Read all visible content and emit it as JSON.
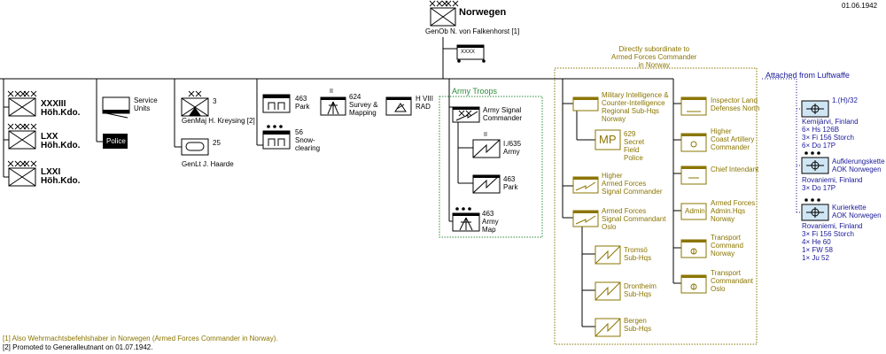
{
  "date": "01.06.1942",
  "top": {
    "name": "Norwegen",
    "commander": "GenOb  N. von Falkenhorst [1]",
    "hq_symbol": "XXXX"
  },
  "corps": [
    {
      "name": "XXXIII",
      "sub": "Höh.Kdo."
    },
    {
      "name": "LXX",
      "sub": "Höh.Kdo."
    },
    {
      "name": "LXXI",
      "sub": "Höh.Kdo."
    }
  ],
  "service": {
    "label": "Service\nUnits",
    "police": "Police"
  },
  "div3": {
    "number": "3",
    "commander": "GenMaj  H. Kreysing [2]"
  },
  "div25": {
    "number": "25",
    "commander": "GenLt  J. Haarde"
  },
  "park463": {
    "label": "463\nPark"
  },
  "snow56": {
    "label": "56\nSnow-\nclearing"
  },
  "survey624": {
    "label": "624\nSurvey &\nMapping",
    "size": "II"
  },
  "rad": {
    "label": "H VIII\nRAD"
  },
  "army_troops": {
    "title": "Army Troops",
    "signal_commander": "Army Signal\nCommander",
    "signal_635": "I./635\nArmy",
    "signal_463": "463\nPark",
    "map_463": "463\nArmy\nMap",
    "size_II": "II"
  },
  "afc": {
    "title": "Directly subordinate to\nArmed Forces Commander\nin Norway",
    "intel": "Military Intelligence &\nCounter-Intelligence\nRegional Sub-Hqs\nNorway",
    "mp_symbol": "MP",
    "mp_label": "629\nSecret\nField\nPolice",
    "higher_signal": "Higher\nArmed Forces\nSignal Commander",
    "signal_oslo": "Armed Forces\nSignal Commandant\nOslo",
    "tromso": "Tromsö\nSub-Hqs",
    "drontheim": "Drontheim\nSub-Hqs",
    "bergen": "Bergen\nSub-Hqs",
    "inspector": "Inspector Land\nDefenses North",
    "coast_art": "Higher\nCoast Artillery\nCommander",
    "chief_intendant": "Chief Intendant",
    "admin_symbol": "Admin",
    "admin": "Armed Forces\nAdmin.Hqs\nNorway",
    "transport_norway": "Transport\nCommand\nNorway",
    "transport_oslo": "Transport\nCommandant\nOslo"
  },
  "luftwaffe": {
    "title": "Attached from Luftwaffe",
    "units": [
      {
        "name": "1.(H)/32",
        "details": "Kemijärvi, Finland\n6× Hs 126B\n3× Fi 156 Storch\n6× Do 17P"
      },
      {
        "name": "Aufklerungskette\nAOK Norwegen",
        "details": "Rovaniemi, Finland\n3× Do 17P"
      },
      {
        "name": "Kurierkette\nAOK Norwegen",
        "details": "Rovaniemi, Finland\n3× Fi 156 Storch\n4× He 60\n1× FW 58\n1× Ju 52"
      }
    ]
  },
  "notes": [
    "[1] Also Wehrmachtsbefehlshaber in Norwegen (Armed Forces Commander in Norway).",
    "[2] Promoted to Generalleutnant on 01.07.1942."
  ],
  "colors": {
    "olive": "#8b7500",
    "green": "#2e8b3a",
    "blue": "#1a1a9a",
    "unit_fill": "#cfe5f3"
  }
}
